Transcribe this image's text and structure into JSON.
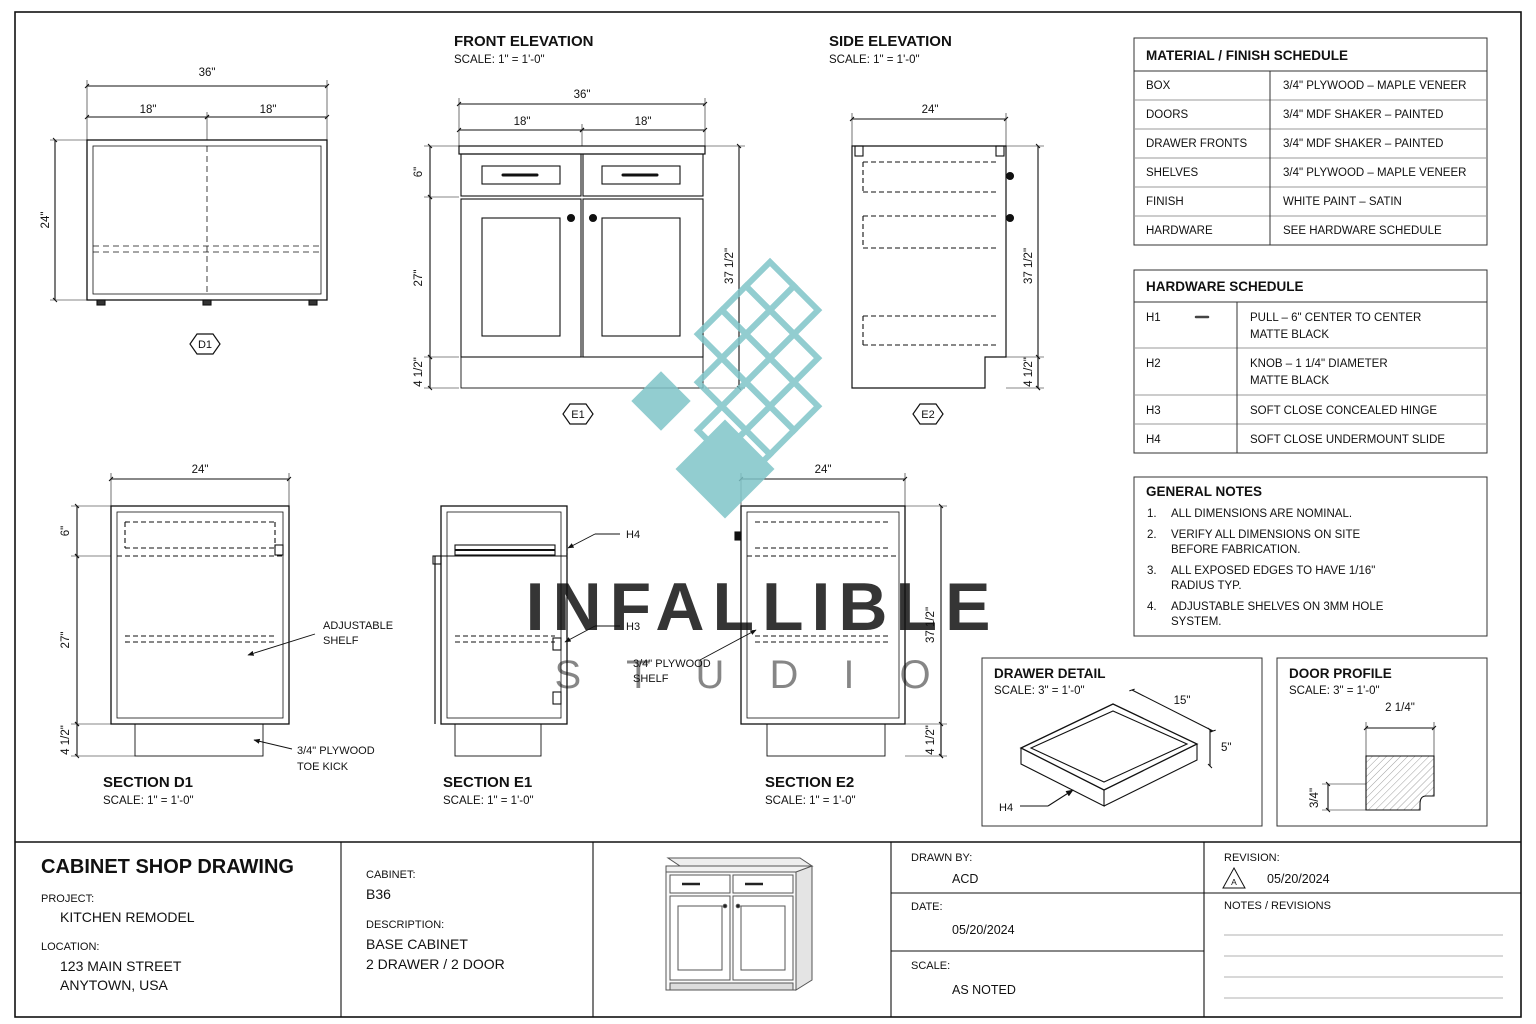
{
  "front_elevation": {
    "title": "FRONT ELEVATION",
    "scale": "SCALE: 1\" = 1'-0\""
  },
  "side_elevation": {
    "title": "SIDE ELEVATION",
    "scale": "SCALE: 1\" = 1'-0\""
  },
  "plan": {
    "dim_total": "36\"",
    "dim_left": "18\"",
    "dim_right": "18\"",
    "dim_depth": "24\"",
    "tag": "D1"
  },
  "front": {
    "dim_total": "36\"",
    "dim_left": "18\"",
    "dim_right": "18\"",
    "dim_drawer": "6\"",
    "dim_door": "27\"",
    "dim_toe": "4 1/2\"",
    "dim_height": "37 1/2\"",
    "tag": "E1"
  },
  "side": {
    "dim_depth": "24\"",
    "dim_height": "37 1/2\"",
    "dim_toe": "4 1/2\"",
    "tag": "E2"
  },
  "section_d1": {
    "title": "SECTION D1",
    "scale": "SCALE: 1\" = 1'-0\"",
    "dim_width": "24\"",
    "dim_drawer": "6\"",
    "dim_door": "27\"",
    "dim_toe": "4 1/2\"",
    "note_shelf_1": "ADJUSTABLE",
    "note_shelf_2": "SHELF",
    "note_toe_1": "3/4\" PLYWOOD",
    "note_toe_2": "TOE KICK"
  },
  "section_e1": {
    "title": "SECTION E1",
    "scale": "SCALE: 1\" = 1'-0\"",
    "tag_h4": "H4",
    "tag_h3": "H3",
    "note_1": "3/4\" PLYWOOD",
    "note_2": "SHELF"
  },
  "section_e2": {
    "title": "SECTION E2",
    "scale": "SCALE: 1\" = 1'-0\"",
    "dim_width": "24\"",
    "dim_height": "37 1/2\"",
    "dim_toe": "4 1/2\""
  },
  "material_schedule": {
    "title": "MATERIAL / FINISH SCHEDULE",
    "rows": [
      [
        "BOX",
        "3/4\" PLYWOOD – MAPLE VENEER"
      ],
      [
        "DOORS",
        "3/4\" MDF SHAKER – PAINTED"
      ],
      [
        "DRAWER FRONTS",
        "3/4\" MDF SHAKER – PAINTED"
      ],
      [
        "SHELVES",
        "3/4\" PLYWOOD – MAPLE VENEER"
      ],
      [
        "FINISH",
        "WHITE PAINT – SATIN"
      ],
      [
        "HARDWARE",
        "SEE HARDWARE SCHEDULE"
      ]
    ]
  },
  "hardware_schedule": {
    "title": "HARDWARE SCHEDULE",
    "rows": [
      {
        "tag": "H1",
        "line1": "PULL – 6\" CENTER TO CENTER",
        "line2": "MATTE BLACK"
      },
      {
        "tag": "H2",
        "line1": "KNOB – 1 1/4\" DIAMETER",
        "line2": "MATTE BLACK"
      },
      {
        "tag": "H3",
        "line1": "SOFT CLOSE CONCEALED HINGE",
        "line2": ""
      },
      {
        "tag": "H4",
        "line1": "SOFT CLOSE UNDERMOUNT SLIDE",
        "line2": ""
      }
    ]
  },
  "general_notes": {
    "title": "GENERAL NOTES",
    "items": [
      {
        "num": "1.",
        "lines": [
          "ALL DIMENSIONS ARE NOMINAL."
        ]
      },
      {
        "num": "2.",
        "lines": [
          "VERIFY ALL DIMENSIONS ON SITE",
          "BEFORE FABRICATION."
        ]
      },
      {
        "num": "3.",
        "lines": [
          "ALL EXPOSED EDGES TO HAVE 1/16\"",
          "RADIUS TYP."
        ]
      },
      {
        "num": "4.",
        "lines": [
          "ADJUSTABLE SHELVES ON 3MM HOLE",
          "SYSTEM."
        ]
      }
    ]
  },
  "drawer_detail": {
    "title": "DRAWER DETAIL",
    "scale": "SCALE: 3\" = 1'-0\"",
    "dim_depth": "15\"",
    "dim_height": "5\"",
    "tag": "H4"
  },
  "door_profile": {
    "title": "DOOR PROFILE",
    "scale": "SCALE: 3\" = 1'-0\"",
    "dim_width": "2 1/4\"",
    "dim_thick": "3/4\""
  },
  "watermark": {
    "line1": "INFALLIBLE",
    "line2": "STUDIO",
    "color": "#7fc4c8"
  },
  "title_block": {
    "title": "CABINET SHOP DRAWING",
    "project_label": "PROJECT:",
    "project": "KITCHEN REMODEL",
    "location_label": "LOCATION:",
    "location_1": "123 MAIN STREET",
    "location_2": "ANYTOWN, USA",
    "cabinet_label": "CABINET:",
    "cabinet": "B36",
    "description_label": "DESCRIPTION:",
    "description_1": "BASE CABINET",
    "description_2": "2 DRAWER / 2 DOOR",
    "drawn_by_label": "DRAWN BY:",
    "drawn_by": "ACD",
    "date_label": "DATE:",
    "date": "05/20/2024",
    "scale_label": "SCALE:",
    "scale": "AS NOTED",
    "revision_label": "REVISION:",
    "revision_mark": "A",
    "revision_date": "05/20/2024",
    "notes_label": "NOTES / REVISIONS"
  }
}
